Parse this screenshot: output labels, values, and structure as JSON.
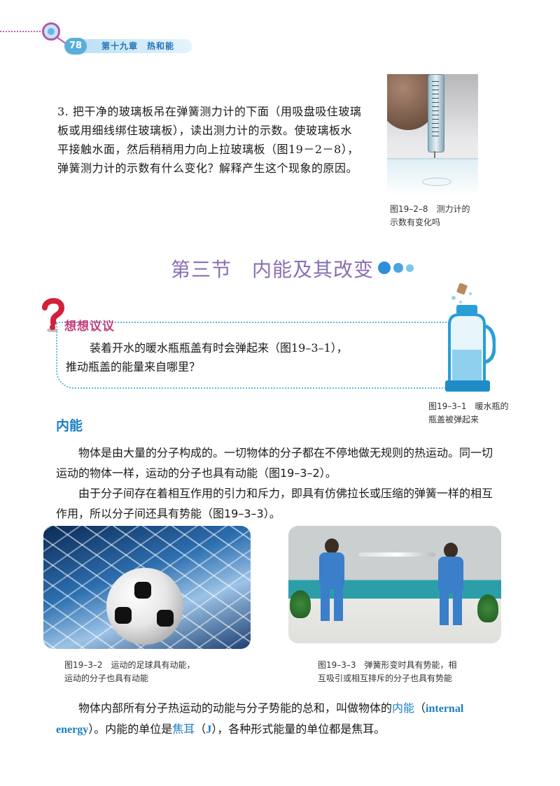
{
  "header": {
    "page_number": "78",
    "chapter": "第十九章　热和能"
  },
  "exercise": {
    "text": "3. 把干净的玻璃板吊在弹簧测力计的下面（用吸盘吸住玻璃板或用细线绑住玻璃板），读出测力计的示数。使玻璃板水平接触水面，然后稍稍用力向上拉玻璃板（图19－2－8），弹簧测力计的示数有什么变化？解释产生这个现象的原因。"
  },
  "figure_19_2_8": {
    "caption_line1": "图19–2–8　测力计的",
    "caption_line2": "示数有变化吗"
  },
  "section": {
    "title": "第三节　内能及其改变"
  },
  "think": {
    "label": "想想议议",
    "text_line1": "装着开水的暖水瓶瓶盖有时会弹起来（图19–3–1），",
    "text_line2": "推动瓶盖的能量来自哪里？"
  },
  "figure_19_3_1": {
    "caption_line1": "图19–3–1　暖水瓶的",
    "caption_line2": "瓶盖被弹起来"
  },
  "subsection": {
    "heading": "内能"
  },
  "body": {
    "p1": "物体是由大量的分子构成的。一切物体的分子都在不停地做无规则的热运动。同一切运动的物体一样，运动的分子也具有动能（图19–3–2）。",
    "p2": "由于分子间存在着相互作用的引力和斥力，即具有仿佛拉长或压缩的弹簧一样的相互作用，所以分子间还具有势能（图19–3–3）。",
    "p3_a": "物体内部所有分子热运动的动能与分子势能的总和，叫做物体的",
    "p3_term": "内能",
    "p3_b": "（",
    "p3_en": "internal energy",
    "p3_c": "）。内能的单位是",
    "p3_unit": "焦耳",
    "p3_d": "（",
    "p3_symbol": "J",
    "p3_e": "），各种形式能量的单位都是焦耳。"
  },
  "figure_19_3_2": {
    "caption_line1": "图19–3–2　运动的足球具有动能，",
    "caption_line2": "运动的分子也具有动能"
  },
  "figure_19_3_3": {
    "caption_line1": "图19–3–3　弹簧形变时具有势能，相",
    "caption_line2": "互吸引或相互排斥的分子也具有势能"
  },
  "colors": {
    "accent_blue": "#1b7fc3",
    "section_purple": "#8a6fb3",
    "think_pink": "#c43a7c"
  }
}
